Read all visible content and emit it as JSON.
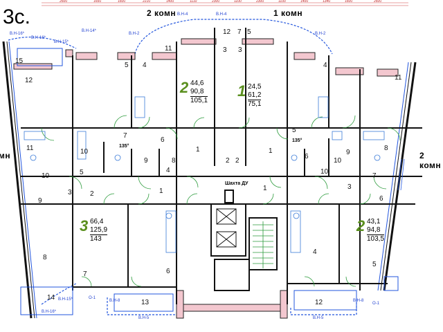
{
  "title": "3с.",
  "flat_labels": {
    "top_left": "2 комн",
    "top_right": "1 комн",
    "left_edge": "мн",
    "right_edge": "2 комн"
  },
  "apartments": [
    {
      "rooms": "2",
      "living": "44,6",
      "total": "90,8",
      "total_balcony": "105,1"
    },
    {
      "rooms": "1",
      "living": "24,5",
      "total": "61,2",
      "total_balcony": "75,1"
    },
    {
      "rooms": "3",
      "living": "66,4",
      "total": "125,9",
      "total_balcony": "143"
    },
    {
      "rooms": "2",
      "living": "43,1",
      "total": "94,8",
      "total_balcony": "103,5"
    }
  ],
  "window_tags": [
    "В.Н-16*",
    "В.Н-16*",
    "В.Н-15*",
    "В.Н-14*",
    "В.Н-2",
    "В.Н-4",
    "В.Н-4",
    "В.Н-2",
    "В.Н-15*",
    "В.Н-16*",
    "В.Н-8",
    "В.Н-5",
    "В.Н-5",
    "В.Н-8",
    "О-1",
    "О-1"
  ],
  "shaft_label": "Шахта ДУ",
  "door_angles": [
    "135°",
    "135°"
  ],
  "room_numbers": {
    "r15": "15",
    "r12a": "12",
    "r11a": "11",
    "r10a": "10",
    "r10b": "10",
    "r9a": "9",
    "r5a": "5",
    "r3a": "3",
    "r2a": "2",
    "r1a": "1",
    "r8a": "8",
    "r7a": "7",
    "r14": "14",
    "r11b": "11",
    "r5b": "5",
    "r4a": "4",
    "r7b": "7",
    "r6a": "6",
    "r9b": "9",
    "r8b": "8",
    "r4b": "4",
    "r12b": "12",
    "r7c": "7",
    "r5c": "5",
    "r3b": "3",
    "r3c": "3",
    "r1b": "1",
    "r2b": "2",
    "r2c": "2",
    "r1c": "1",
    "r4c": "4",
    "r11c": "11",
    "r5d": "5",
    "r6b": "6",
    "r10c": "10",
    "r10d": "10",
    "r9c": "9",
    "r8c": "8",
    "r7d": "7",
    "r3d": "3",
    "r6c": "6",
    "r1d": "1",
    "r6d": "6",
    "r13": "13",
    "r4d": "4",
    "r5e": "5",
    "r12c": "12"
  },
  "dimensions_top": [
    "2600",
    "1650",
    "1600",
    "2210",
    "1400",
    "1110",
    "2300",
    "1100",
    "2300",
    "1100",
    "1400",
    "1340",
    "1600",
    "2600"
  ]
}
